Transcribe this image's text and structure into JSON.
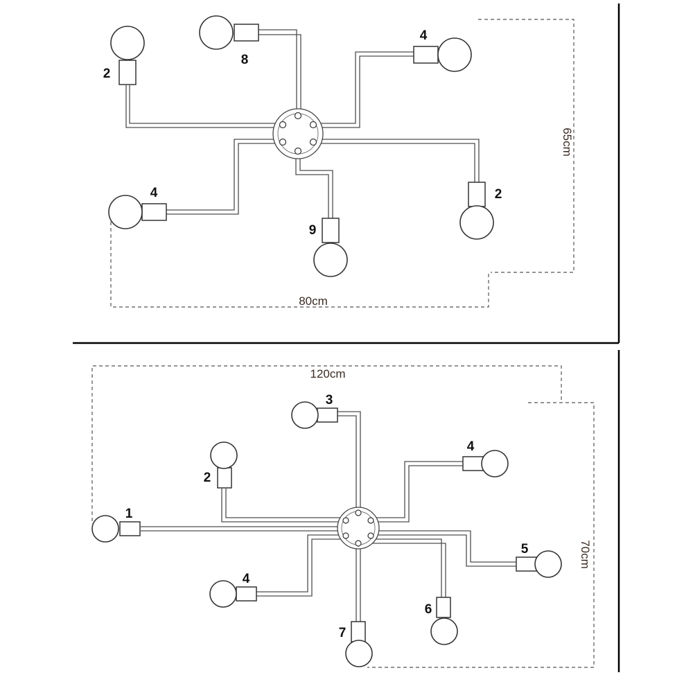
{
  "top_fixture": {
    "width_label": "80cm",
    "height_label": "65cm",
    "arm_labels": [
      "2",
      "8",
      "4",
      "4",
      "9",
      "2"
    ]
  },
  "bottom_fixture": {
    "width_label": "120cm",
    "height_label": "70cm",
    "arm_labels": [
      "3",
      "2",
      "4",
      "1",
      "5",
      "4",
      "6",
      "7"
    ]
  },
  "colors": {
    "line": "#4d4d4d",
    "outline": "#333333",
    "dimension_text": "#3a2a22",
    "divider": "#000000"
  }
}
